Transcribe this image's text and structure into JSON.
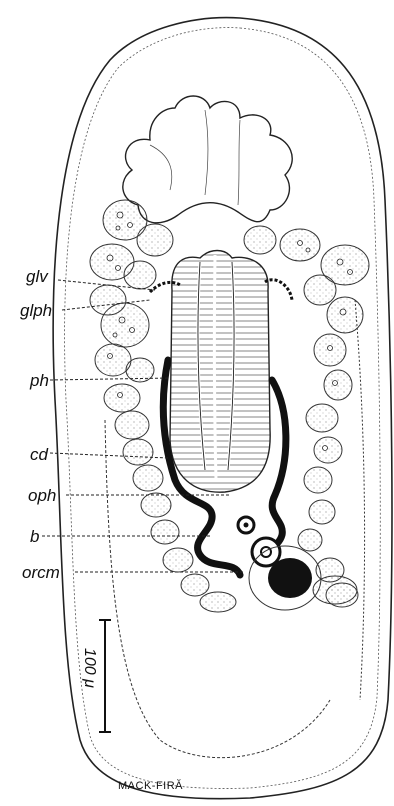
{
  "labels": {
    "glv": "glv",
    "glph": "glph",
    "ph": "ph",
    "cd": "cd",
    "oph": "oph",
    "b": "b",
    "orcm": "orcm"
  },
  "scale_bar": {
    "label": "100 μ"
  },
  "credit": "MACK-FIRĂ"
}
